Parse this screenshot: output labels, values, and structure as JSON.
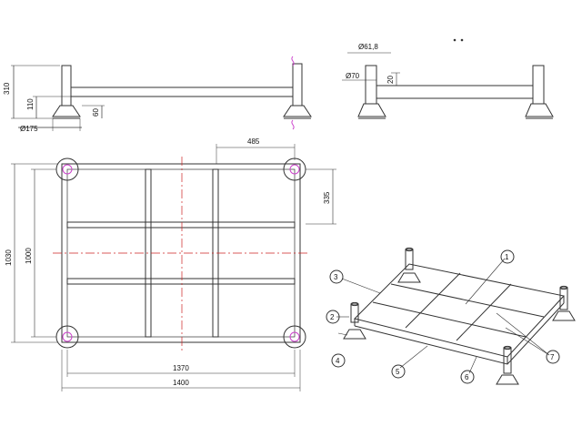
{
  "front_view": {
    "height_total": "310",
    "height_tube": "110",
    "foot_height": "60",
    "foot_diameter": "Ø175"
  },
  "side_view": {
    "post_diameter": "Ø61,8",
    "tube_diameter": "Ø70",
    "tube_gap": "20"
  },
  "top_view": {
    "offset_x": "485",
    "offset_y": "335",
    "height_outer": "1030",
    "height_inner": "1000",
    "width_inner": "1370",
    "width_outer": "1400"
  },
  "iso_view": {
    "balloons": [
      "1",
      "2",
      "3",
      "4",
      "5",
      "6",
      "7"
    ]
  },
  "colors": {
    "line": "#333333",
    "centerline": "#cc2222",
    "accent": "#cc44cc"
  }
}
